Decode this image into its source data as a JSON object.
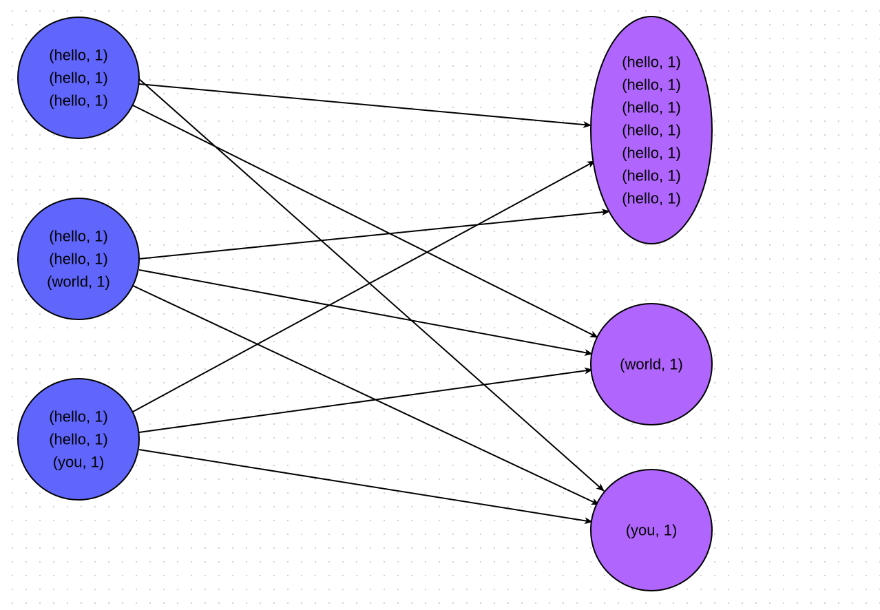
{
  "colors": {
    "mapper_fill": "#6066fc",
    "reducer_fill": "#b066fc",
    "edge": "#000000",
    "grid_dot": "#cfcfcf"
  },
  "mappers": [
    {
      "id": "map-1",
      "lines": [
        "(hello, 1)",
        "(hello, 1)",
        "(hello, 1)"
      ]
    },
    {
      "id": "map-2",
      "lines": [
        "(hello, 1)",
        "(hello, 1)",
        "(world, 1)"
      ]
    },
    {
      "id": "map-3",
      "lines": [
        "(hello, 1)",
        "(hello, 1)",
        "(you, 1)"
      ]
    }
  ],
  "reducers": [
    {
      "id": "reduce-hello",
      "lines": [
        "(hello, 1)",
        "(hello, 1)",
        "(hello, 1)",
        "(hello, 1)",
        "(hello, 1)",
        "(hello, 1)",
        "(hello, 1)"
      ]
    },
    {
      "id": "reduce-world",
      "lines": [
        "(world, 1)"
      ]
    },
    {
      "id": "reduce-you",
      "lines": [
        "(you, 1)"
      ]
    }
  ],
  "edges": [
    {
      "from": "map-1",
      "to": "reduce-hello"
    },
    {
      "from": "map-1",
      "to": "reduce-world"
    },
    {
      "from": "map-1",
      "to": "reduce-you"
    },
    {
      "from": "map-2",
      "to": "reduce-hello"
    },
    {
      "from": "map-2",
      "to": "reduce-world"
    },
    {
      "from": "map-2",
      "to": "reduce-you"
    },
    {
      "from": "map-3",
      "to": "reduce-hello"
    },
    {
      "from": "map-3",
      "to": "reduce-world"
    },
    {
      "from": "map-3",
      "to": "reduce-you"
    }
  ]
}
